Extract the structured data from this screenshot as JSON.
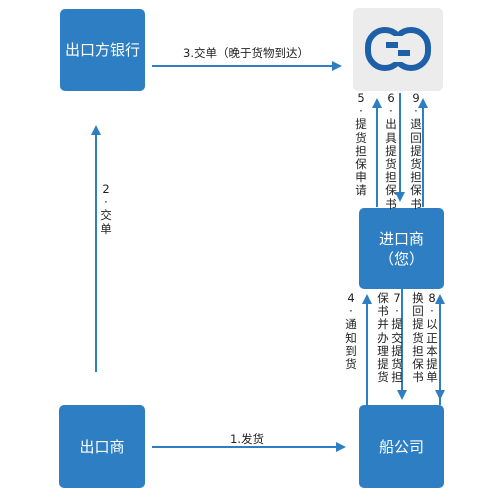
{
  "nodes": {
    "exporter_bank": "出口方银行",
    "importer": [
      "进口商",
      "（您）"
    ],
    "exporter": "出口商",
    "shipping_company": "船公司",
    "logo": "bank-logo-icon"
  },
  "edges": {
    "e1": "1.发货",
    "e2": "2.交单",
    "e3": "3.交单（晚于货物到达）",
    "e4": "4.通知到货",
    "e5": "5.提货担保申请",
    "e6": "6.出具提货担保书",
    "e7": "7.提交提货担保书并办理提货",
    "e8": "8.以正本提单换回提货担保书",
    "e9": "9.退回提货担保书"
  },
  "colors": {
    "box_fill": "#2e7ec3",
    "arrow": "#2e7ec3",
    "logo_bg": "#ececec"
  }
}
